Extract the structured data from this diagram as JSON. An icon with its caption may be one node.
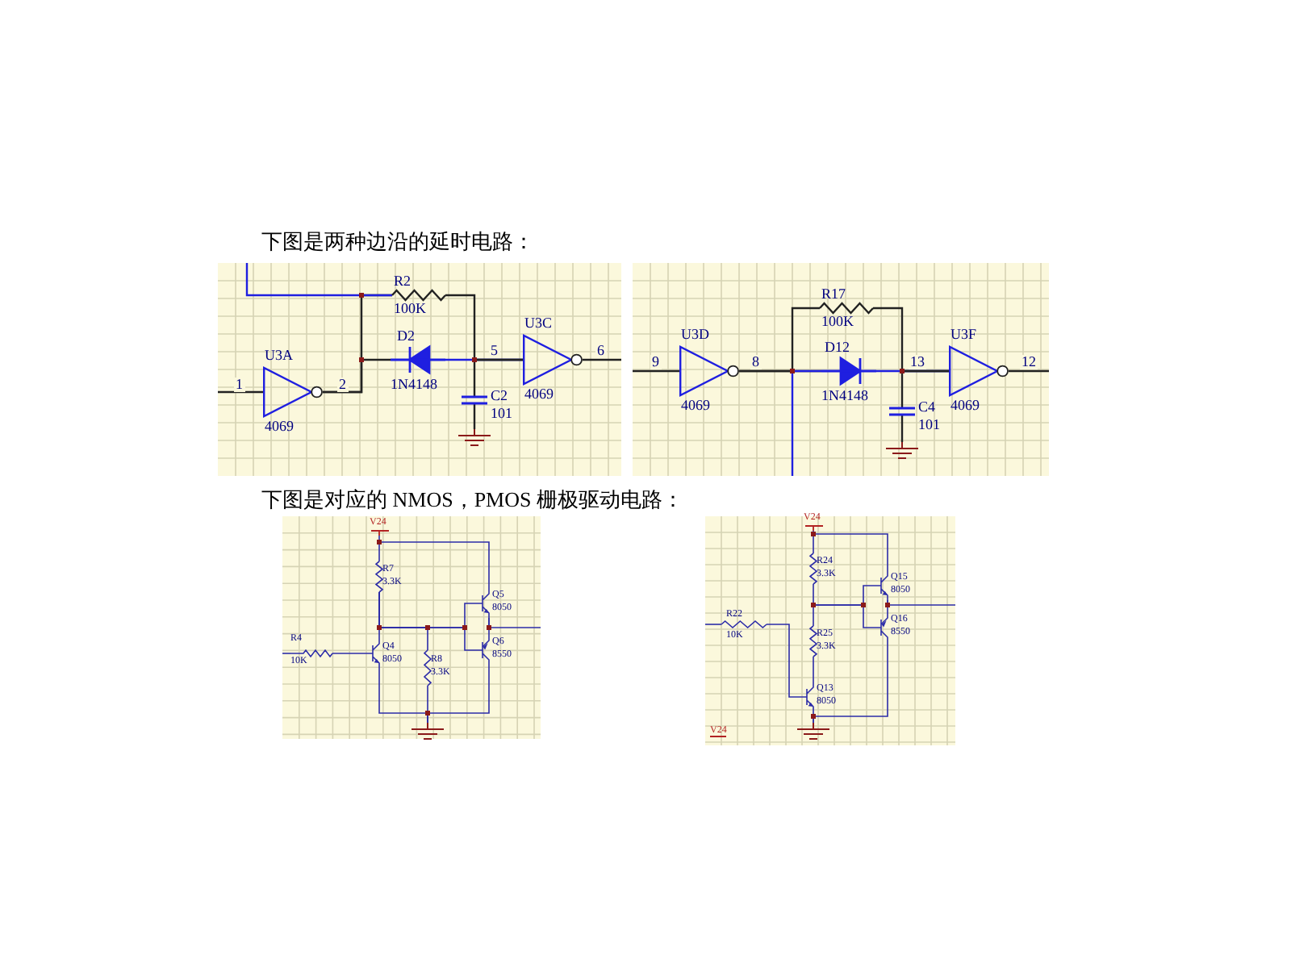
{
  "diagram": {
    "nodes": [
      {
        "text": [
          "U3A",
          "4069"
        ]
      },
      {
        "text": [
          "R2",
          "100K"
        ]
      },
      {
        "text": [
          "D2",
          "1N4148"
        ]
      },
      {
        "text": [
          "U3C",
          "4069"
        ]
      },
      {
        "text": [
          "C2",
          "101"
        ]
      },
      {
        "text": [],
        "shape": "ground"
      },
      {
        "text": [
          "U3D",
          "4069"
        ]
      },
      {
        "text": [
          "R17",
          "100K"
        ]
      },
      {
        "text": [
          "D12",
          "1N4148"
        ]
      },
      {
        "text": [
          "U3F",
          "4069"
        ]
      },
      {
        "text": [
          "C4",
          "101"
        ]
      },
      {
        "text": [],
        "shape": "ground"
      },
      {
        "text": [
          "V24"
        ]
      },
      {
        "text": [
          "R7",
          "3.3K"
        ]
      },
      {
        "text": [
          "R4",
          "10K"
        ]
      },
      {
        "text": [
          "Q4",
          "8050"
        ]
      },
      {
        "text": [
          "R8",
          "3.3K"
        ]
      },
      {
        "text": [
          "Q5",
          "8050"
        ]
      },
      {
        "text": [
          "Q6",
          "8550"
        ]
      },
      {
        "text": [],
        "shape": "ground"
      },
      {
        "text": [
          "V24"
        ]
      },
      {
        "text": [
          "R24",
          "3.3K"
        ]
      },
      {
        "text": [
          "R25",
          "3.3K"
        ]
      },
      {
        "text": [
          "R22",
          "10K"
        ]
      },
      {
        "text": [
          "Q13",
          "8050"
        ]
      },
      {
        "text": [
          "Q15",
          "8050"
        ]
      },
      {
        "text": [
          "Q16",
          "8550"
        ]
      },
      {
        "text": [],
        "shape": "ground"
      }
    ],
    "edges": [
      {
        "from": null,
        "to": 0,
        "arrow": "none",
        "label": "1",
        "color": "#222222"
      },
      {
        "from": 0,
        "to": 2,
        "arrow": "none",
        "label": "2",
        "color": "#222222"
      },
      {
        "from": 0,
        "to": 1,
        "arrow": "none",
        "color": "#222222"
      },
      {
        "from": null,
        "to": 1,
        "arrow": "none",
        "color": "#1f1fe0"
      },
      {
        "from": 1,
        "to": 3,
        "arrow": "none",
        "color": "#222222"
      },
      {
        "from": 2,
        "to": 3,
        "arrow": "none",
        "label": "5",
        "color": "#1f1fe0"
      },
      {
        "from": 4,
        "to": 3,
        "arrow": "none",
        "color": "#222222"
      },
      {
        "from": 3,
        "to": null,
        "arrow": "none",
        "label": "6",
        "color": "#222222"
      },
      {
        "from": 4,
        "to": 5,
        "arrow": "none",
        "color": "#222222"
      },
      {
        "from": null,
        "to": 6,
        "arrow": "none",
        "label": "9",
        "color": "#222222"
      },
      {
        "from": 6,
        "to": 8,
        "arrow": "none",
        "label": "8",
        "color": "#222222"
      },
      {
        "from": 6,
        "to": 7,
        "arrow": "none",
        "color": "#222222"
      },
      {
        "from": null,
        "to": 8,
        "arrow": "none",
        "color": "#1f1fe0"
      },
      {
        "from": 7,
        "to": 9,
        "arrow": "none",
        "color": "#222222"
      },
      {
        "from": 8,
        "to": 9,
        "arrow": "none",
        "label": "13",
        "color": "#1f1fe0"
      },
      {
        "from": 10,
        "to": 9,
        "arrow": "none",
        "color": "#222222"
      },
      {
        "from": 9,
        "to": null,
        "arrow": "none",
        "label": "12",
        "color": "#222222"
      },
      {
        "from": 10,
        "to": 11,
        "arrow": "none",
        "color": "#222222"
      },
      {
        "from": 12,
        "to": 13,
        "arrow": "none"
      },
      {
        "from": 12,
        "to": 17,
        "arrow": "none"
      },
      {
        "from": 13,
        "to": 15,
        "arrow": "none"
      },
      {
        "from": 13,
        "to": 16,
        "arrow": "none"
      },
      {
        "from": 13,
        "to": 17,
        "arrow": "none"
      },
      {
        "from": 13,
        "to": 18,
        "arrow": "none"
      },
      {
        "from": null,
        "to": 14,
        "arrow": "none"
      },
      {
        "from": 14,
        "to": 15,
        "arrow": "none"
      },
      {
        "from": 15,
        "to": 19,
        "arrow": "none"
      },
      {
        "from": 16,
        "to": 19,
        "arrow": "none"
      },
      {
        "from": 18,
        "to": 19,
        "arrow": "none"
      },
      {
        "from": 17,
        "to": 18,
        "arrow": "none"
      },
      {
        "from": 17,
        "to": null,
        "arrow": "none"
      },
      {
        "from": 20,
        "to": 21,
        "arrow": "none"
      },
      {
        "from": 20,
        "to": 25,
        "arrow": "none"
      },
      {
        "from": 21,
        "to": 22,
        "arrow": "none"
      },
      {
        "from": 21,
        "to": 25,
        "arrow": "none"
      },
      {
        "from": 21,
        "to": 26,
        "arrow": "none"
      },
      {
        "from": 22,
        "to": 24,
        "arrow": "none"
      },
      {
        "from": null,
        "to": 23,
        "arrow": "none"
      },
      {
        "from": 23,
        "to": 24,
        "arrow": "none"
      },
      {
        "from": 24,
        "to": 27,
        "arrow": "none"
      },
      {
        "from": 26,
        "to": 27,
        "arrow": "none"
      },
      {
        "from": 25,
        "to": 26,
        "arrow": "none"
      },
      {
        "from": 25,
        "to": null,
        "arrow": "none"
      }
    ],
    "labels": [
      "下图是两种边沿的延时电路：",
      "下图是对应的 NMOS，PMOS 栅极驱动电路：",
      "V24"
    ]
  }
}
